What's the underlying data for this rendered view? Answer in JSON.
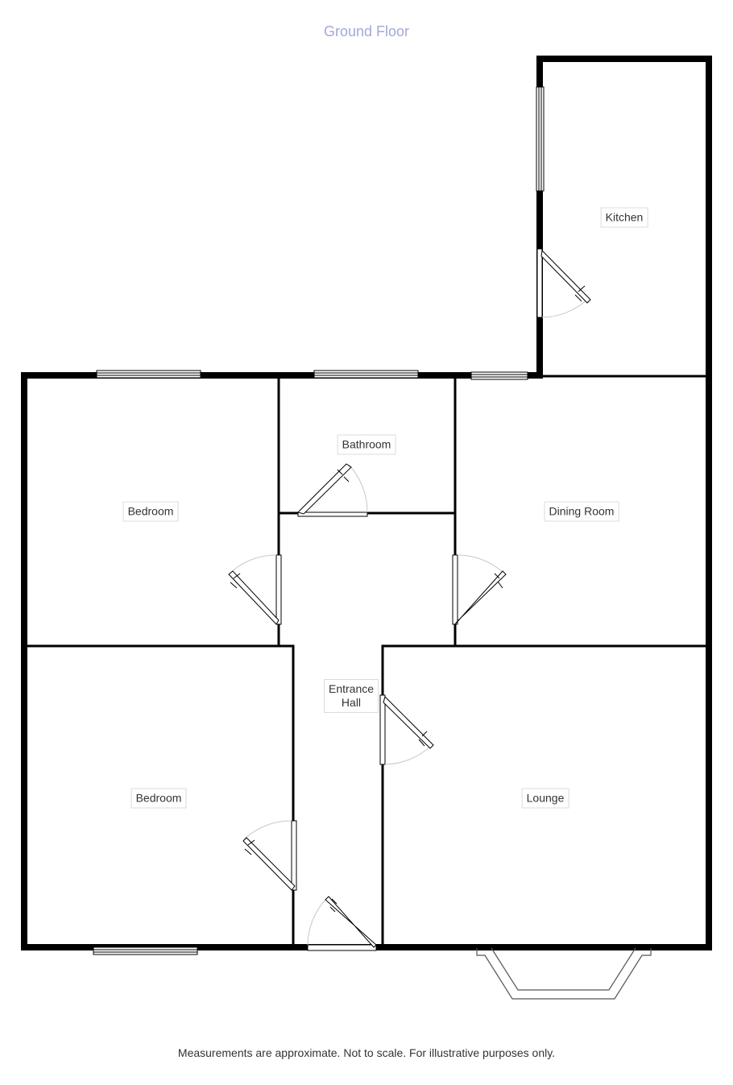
{
  "floor": {
    "title": "Ground Floor",
    "title_color": "#a3a8d8"
  },
  "rooms": {
    "kitchen": {
      "label": "Kitchen"
    },
    "bedroom_1": {
      "label": "Bedroom"
    },
    "bathroom": {
      "label": "Bathroom"
    },
    "dining_room": {
      "label": "Dining Room"
    },
    "entrance_hall": {
      "label": "Entrance\nHall"
    },
    "bedroom_2": {
      "label": "Bedroom"
    },
    "lounge": {
      "label": "Lounge"
    }
  },
  "footer": {
    "disclaimer": "Measurements are approximate. Not to scale. For illustrative purposes only."
  },
  "colors": {
    "wall": "#000000",
    "label_border": "#dcdcdc",
    "door_arc": "#c8c8c8"
  }
}
